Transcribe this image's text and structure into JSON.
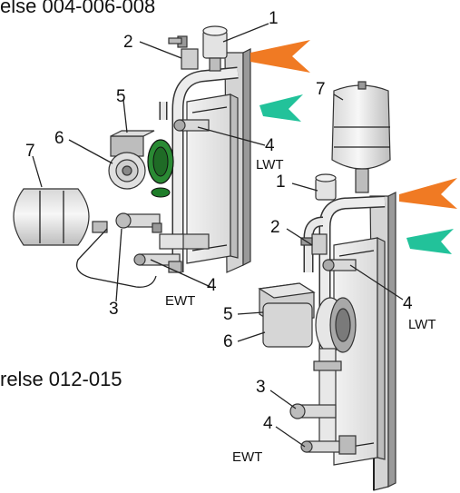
{
  "captions": {
    "top": "else 004-006-008",
    "bottom": "relse 012-015"
  },
  "left_unit": {
    "callouts": [
      "1",
      "2",
      "5",
      "6",
      "7",
      "4",
      "3",
      "4"
    ],
    "lwt_label": "LWT",
    "ewt_label": "EWT"
  },
  "right_unit": {
    "callouts": [
      "7",
      "1",
      "2",
      "4",
      "5",
      "6",
      "3",
      "4"
    ],
    "lwt_label": "LWT",
    "ewt_label": "EWT"
  },
  "colors": {
    "arrow_hot": "#f07a23",
    "arrow_cold": "#22c29a",
    "line": "#222222",
    "metal_light": "#e9e9e9",
    "metal_mid": "#c9c9c9",
    "metal_dark": "#7a7a7a",
    "pump_green": "#1f7d2a"
  },
  "icons": {
    "hot_arrow": "orange-chevron-arrow-icon",
    "cold_arrow": "teal-chevron-arrow-icon"
  }
}
